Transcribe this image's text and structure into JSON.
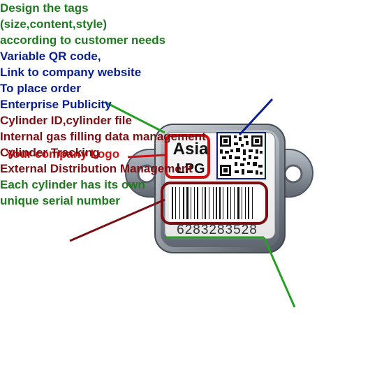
{
  "annotations": {
    "design_tags": [
      "Design the tags",
      "(size,content,style)",
      "according to customer needs"
    ],
    "qr_code": [
      "Variable QR code,",
      "Link to company website",
      "To place order",
      "Enterprise Publicity"
    ],
    "company_logo": "Your company Logo",
    "cylinder_info": [
      "Cylinder ID,cylinder file",
      "Internal gas filling data management",
      "Cylinder Tracking",
      "External Distribution Management"
    ],
    "serial_number": [
      "Each cylinder has its own",
      "unique serial number"
    ]
  },
  "tag": {
    "logo_line1": "Asia",
    "logo_line2": "LPG",
    "barcode_number": "6283283528"
  },
  "colors": {
    "green": "#1f7a1f",
    "navy": "#0a1f8f",
    "red": "#d01010",
    "maroon": "#7a0f14",
    "tag_metal": "#8a929c"
  }
}
